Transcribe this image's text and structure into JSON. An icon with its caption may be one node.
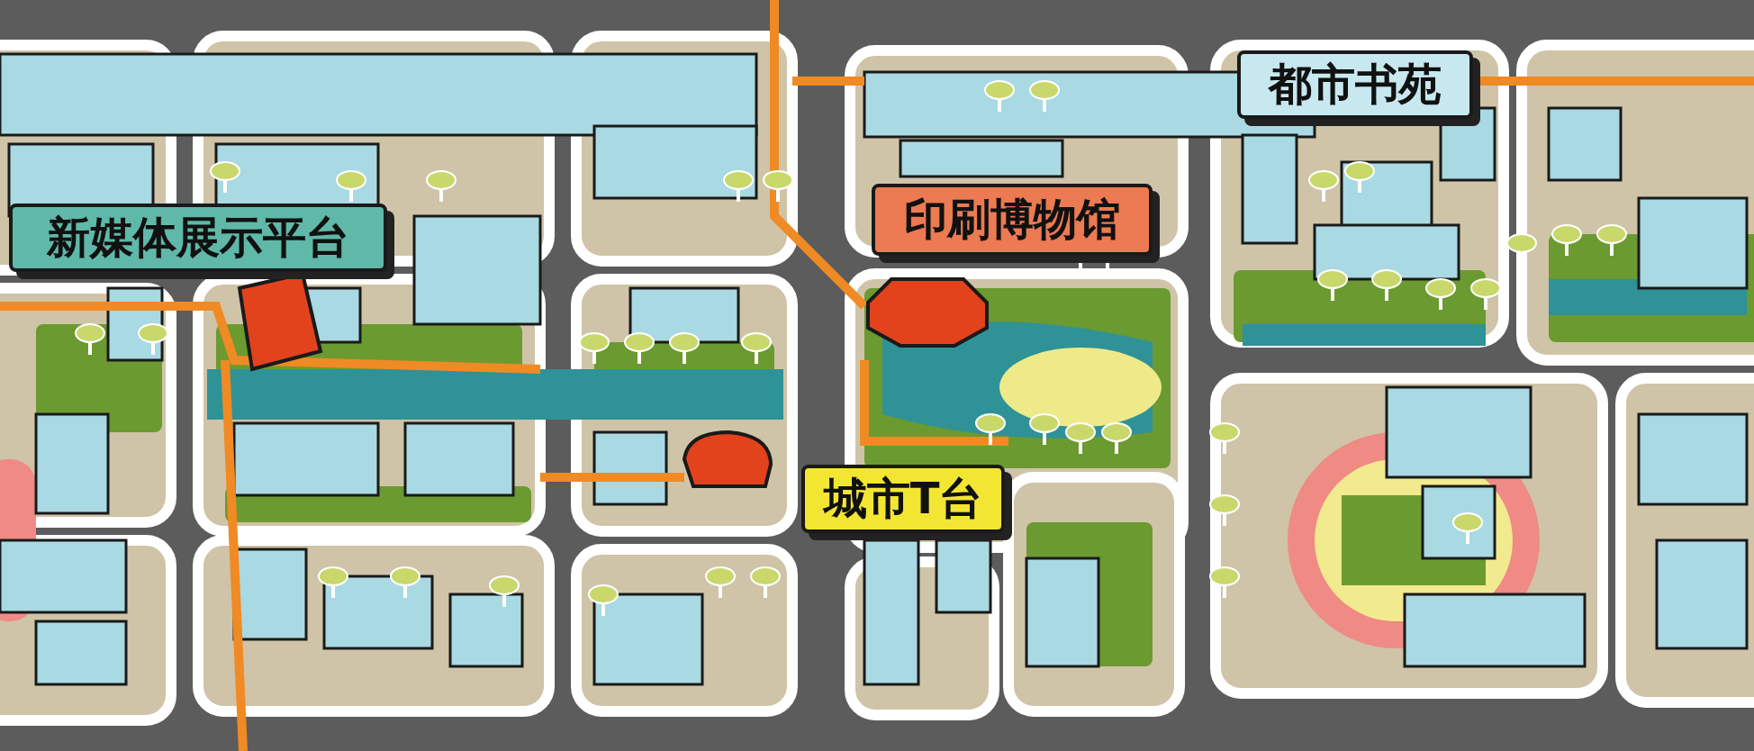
{
  "diagram": {
    "nodes": [
      {
        "text": [
          "都市书苑"
        ]
      },
      {
        "text": [
          "印刷博物馆"
        ]
      },
      {
        "text": [
          "新媒体展示平台"
        ]
      },
      {
        "text": [
          "城市T台"
        ]
      }
    ],
    "edges": []
  }
}
